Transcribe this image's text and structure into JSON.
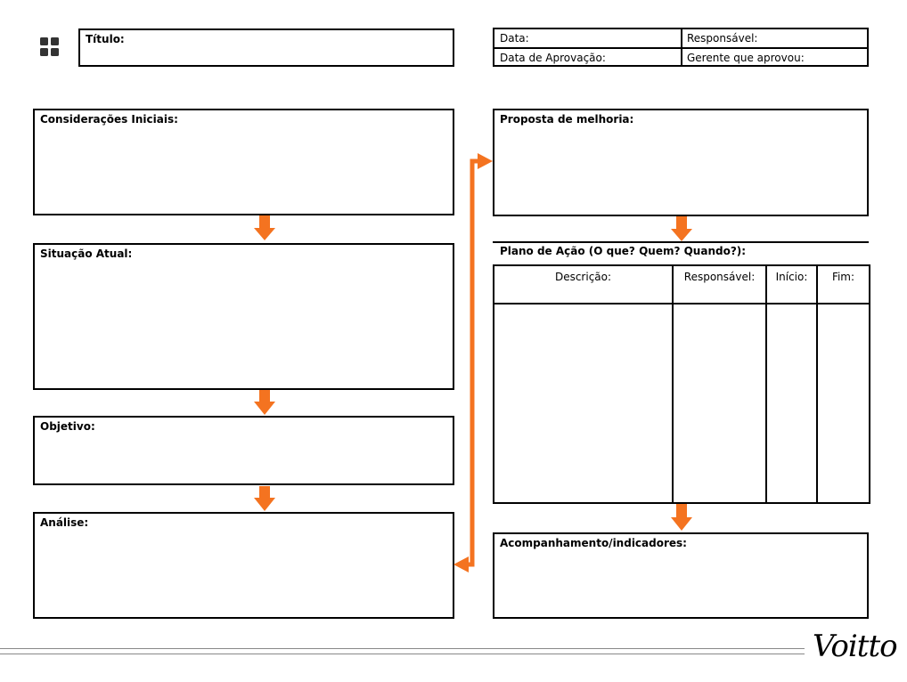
{
  "header": {
    "title_label": "Título:",
    "meta": {
      "date_label": "Data:",
      "responsible_label": "Responsável:",
      "approval_date_label": "Data de Aprovação:",
      "approving_manager_label": "Gerente que aprovou:"
    }
  },
  "left_column": {
    "initial_considerations": "Considerações Iniciais:",
    "current_situation": "Situação Atual:",
    "objective": "Objetivo:",
    "analysis": "Análise:"
  },
  "right_column": {
    "improvement_proposal": "Proposta de melhoria:",
    "action_plan": {
      "title": "Plano de Ação (O que? Quem? Quando?):",
      "columns": [
        "Descrição:",
        "Responsável:",
        "Início:",
        "Fim:"
      ]
    },
    "monitoring": "Acompanhamento/indicadores:"
  },
  "footer": {
    "logo_text": "Voitto"
  },
  "colors": {
    "arrow": "#f47320",
    "border": "#000000"
  },
  "icons": {
    "app_icon": "grid-icon"
  }
}
